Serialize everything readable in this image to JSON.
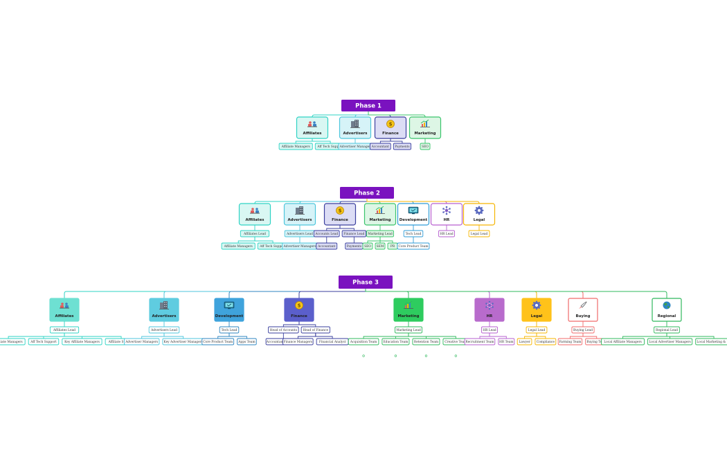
{
  "phases": [
    {
      "title": "Phase 1",
      "departments": [
        {
          "name": "Affiliates",
          "icon": "people-icon",
          "color": "#2ED3C4",
          "fill": "#D9F7F3",
          "fillStyle": "light",
          "leads": [],
          "teams": [
            [
              "Affiliate Managers",
              "Aff Tech Support"
            ]
          ]
        },
        {
          "name": "Advertisers",
          "icon": "buildings-icon",
          "color": "#4DC6DC",
          "fill": "#D6F3F8",
          "fillStyle": "light",
          "leads": [],
          "teams": [
            [
              "Advertiser Manager"
            ]
          ]
        },
        {
          "name": "Finance",
          "icon": "dollar-icon",
          "color": "#3A3F9E",
          "fill": "#DCDDF5",
          "fillStyle": "light",
          "leads": [],
          "teams": [
            [
              "Accountant",
              "Payments"
            ]
          ]
        },
        {
          "name": "Marketing",
          "icon": "chart-icon",
          "color": "#39C46A",
          "fill": "#DDF6E5",
          "fillStyle": "light",
          "leads": [],
          "teams": [
            [
              "SEO"
            ]
          ]
        }
      ]
    },
    {
      "title": "Phase 2",
      "departments": [
        {
          "name": "Affiliates",
          "icon": "people-icon",
          "color": "#2ED3C4",
          "fill": "#D9F7F3",
          "fillStyle": "light",
          "leads": [
            "Affiliates Lead"
          ],
          "teams": [
            [
              "Affiliate Managers",
              "Aff Tech Support"
            ]
          ]
        },
        {
          "name": "Advertisers",
          "icon": "buildings-icon",
          "color": "#4DC6DC",
          "fill": "#D6F3F8",
          "fillStyle": "light",
          "leads": [
            "Advertisers Lead"
          ],
          "teams": [
            [
              "Advertiser Managers"
            ]
          ]
        },
        {
          "name": "Finance",
          "icon": "dollar-icon",
          "color": "#3A3F9E",
          "fill": "#DCDDF5",
          "fillStyle": "light",
          "leads": [
            "Accounts Lead",
            "Finance Lead"
          ],
          "teams": [
            [
              "Accountant"
            ],
            [
              "Payments"
            ]
          ]
        },
        {
          "name": "Marketing",
          "icon": "chart-icon",
          "color": "#39C46A",
          "fill": "#DDF6E5",
          "fillStyle": "light",
          "leads": [
            "Marketing Lead"
          ],
          "teams": [
            [
              "SEO",
              "SEM",
              "PR"
            ]
          ]
        },
        {
          "name": "Development",
          "icon": "monitor-icon",
          "color": "#2E9BD6",
          "fill": "#FFFFFF",
          "fillStyle": "white",
          "leads": [
            "Tech Lead"
          ],
          "teams": [
            [
              "Core Product Team"
            ]
          ]
        },
        {
          "name": "HR",
          "icon": "network-icon",
          "color": "#B65FCF",
          "fill": "#FFFFFF",
          "fillStyle": "white",
          "leads": [
            "HR Lead"
          ],
          "teams": [
            []
          ]
        },
        {
          "name": "Legal",
          "icon": "gear-icon",
          "color": "#F5B400",
          "fill": "#FFFFFF",
          "fillStyle": "white",
          "leads": [
            "Legal Lead"
          ],
          "teams": [
            []
          ]
        }
      ]
    },
    {
      "title": "Phase 3",
      "departments": [
        {
          "name": "Affiliates",
          "icon": "people-icon",
          "color": "#2ED3C4",
          "fill": "#6EE0D2",
          "fillStyle": "solid",
          "leads": [
            "Affiliates Lead"
          ],
          "teams": [
            [
              "Affiliate Managers",
              "Aff Tech Support",
              "Key Affiliate Managers",
              "Affiliate Support"
            ]
          ]
        },
        {
          "name": "Advertisers",
          "icon": "buildings-icon",
          "color": "#4DC6DC",
          "fill": "#5FCCE0",
          "fillStyle": "solid",
          "leads": [
            "Advertisers Lead"
          ],
          "teams": [
            [
              "Advertiser Managers",
              "Key Advertiser Managers"
            ]
          ]
        },
        {
          "name": "Development",
          "icon": "monitor-icon",
          "color": "#2E86C1",
          "fill": "#3FA3DC",
          "fillStyle": "solid",
          "leads": [
            "Tech Lead"
          ],
          "teams": [
            [
              "Core Product Team",
              "Apps Team"
            ]
          ]
        },
        {
          "name": "Finance",
          "icon": "dollar-icon",
          "color": "#3A3F9E",
          "fill": "#5B5FCB",
          "fillStyle": "solid",
          "leads": [
            "Head of Accounts",
            "Head of Finance"
          ],
          "teams": [
            [
              "Accountant Managers"
            ],
            [
              "Finance Managers",
              "Financial Analyst"
            ]
          ]
        },
        {
          "name": "Marketing",
          "icon": "chart-icon",
          "color": "#2FB85C",
          "fill": "#2ECC5F",
          "fillStyle": "solid",
          "leads": [
            "Marketing Lead"
          ],
          "teams": [
            [
              "Acquisition Team",
              "Education Team",
              "Retention Team",
              "Creative Team"
            ]
          ]
        },
        {
          "name": "HR",
          "icon": "network-icon",
          "color": "#B65FCF",
          "fill": "#B86BCC",
          "fillStyle": "solid",
          "leads": [
            "HR Lead"
          ],
          "teams": [
            [
              "Recruitment Team",
              "HR Team"
            ]
          ]
        },
        {
          "name": "Legal",
          "icon": "gear-icon",
          "color": "#F5B400",
          "fill": "#FFC21A",
          "fillStyle": "solid",
          "leads": [
            "Legal Lead"
          ],
          "teams": [
            [
              "Lawyer",
              "Compliance"
            ]
          ]
        },
        {
          "name": "Buying",
          "icon": "rocket-icon",
          "color": "#F06A6A",
          "fill": "#FFFFFF",
          "fillStyle": "white",
          "leads": [
            "Buying Lead"
          ],
          "teams": [
            [
              "Farming Team",
              "Buying Team"
            ]
          ]
        },
        {
          "name": "Regional",
          "icon": "globe-icon",
          "color": "#2FB85C",
          "fill": "#FFFFFF",
          "fillStyle": "white",
          "leads": [
            "Regional Lead"
          ],
          "teams": [
            [
              "Local Affiliate Managers",
              "Local Advertiser Managers",
              "Local Marketing & PR"
            ]
          ]
        }
      ]
    }
  ],
  "phase_header_color": "#7A12BF"
}
